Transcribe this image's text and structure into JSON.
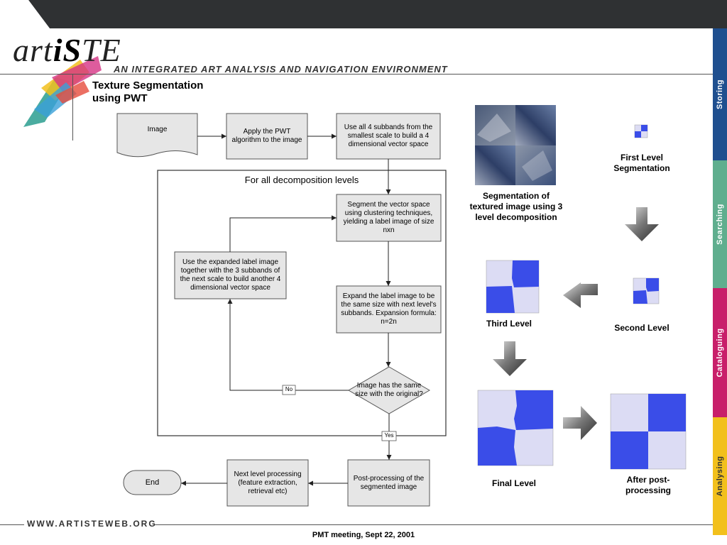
{
  "header": {
    "logo_prefix": "art",
    "logo_emph": "iS",
    "logo_suffix": "TE",
    "tagline": "AN INTEGRATED ART ANALYSIS AND NAVIGATION ENVIRONMENT"
  },
  "title": "Texture Segmentation using PWT",
  "flow": {
    "image_label": "Image",
    "apply_pwt": "Apply the PWT algorithm to the image",
    "use_subbands": "Use all 4 subbands from the smallest scale to build a 4 dimensional vector space",
    "loop_title": "For all decomposition levels",
    "segment": "Segment the vector space using clustering techniques, yielding a label image of size nxn",
    "use_expanded": "Use the expanded label image together with the 3 subbands of the next scale to build another 4 dimensional vector space",
    "expand": "Expand the label image to be the same size with next level's subbands. Expansion formula: n=2n",
    "decision": "Image has the same size with the original?",
    "no_label": "No",
    "yes_label": "Yes",
    "post_processing": "Post-processing of the segmented image",
    "next_level": "Next level processing (feature extraction, retrieval etc)",
    "end_label": "End"
  },
  "results": {
    "seg_caption": "Segmentation of textured image using 3 level decomposition",
    "first_level": "First Level Segmentation",
    "second_level": "Second Level",
    "third_level": "Third Level",
    "final_level": "Final Level",
    "after_post": "After post-processing"
  },
  "sidebar": {
    "tabs": [
      {
        "label": "Storing",
        "color": "#1f4f8f"
      },
      {
        "label": "Searching",
        "color": "#5fae8e"
      },
      {
        "label": "Cataloguing",
        "color": "#c81f6a"
      },
      {
        "label": "Analysing",
        "color": "#f2c01c"
      }
    ]
  },
  "footer": {
    "url": "WWW.ARTISTEWEB.ORG",
    "meeting": "PMT meeting, Sept 22, 2001"
  },
  "colors": {
    "seg_blue": "#3a4de8",
    "seg_light": "#dcdcf4",
    "box_fill": "#e6e6e6",
    "topbar": "#2f3133"
  }
}
